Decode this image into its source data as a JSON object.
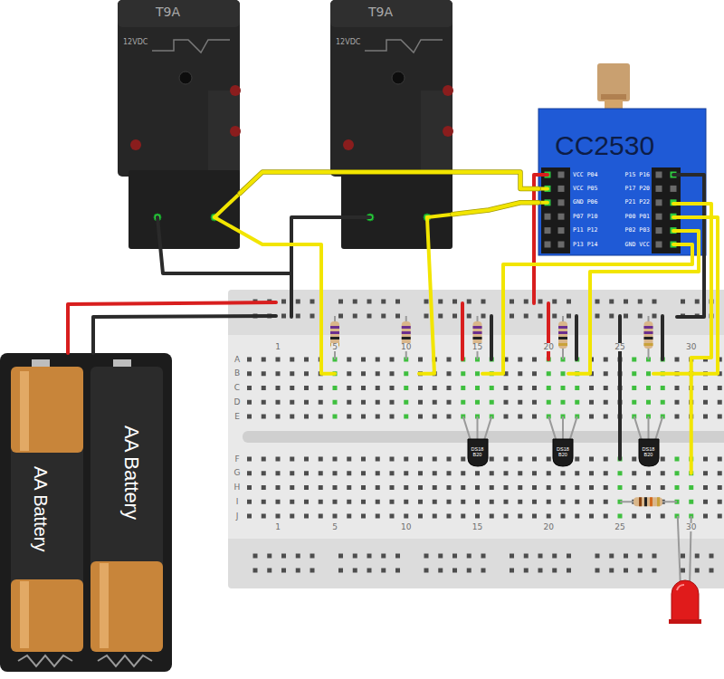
{
  "diagram": {
    "nodes": [
      {
        "text": [
          "T9A",
          "12VDC"
        ]
      },
      {
        "text": [
          "T9A",
          "12VDC"
        ]
      },
      {
        "text": [
          "CC2530",
          "VCC P04",
          "VCC P05",
          "GND P06",
          "P07 P10",
          "P11 P12",
          "P13 P14",
          "P15 P16",
          "P17 P20",
          "P21 P22",
          "P00 P01",
          "P02 P03",
          "GND VCC"
        ]
      },
      {
        "text": [
          "AA Battery"
        ]
      },
      {
        "text": [
          "AA Battery"
        ]
      },
      {
        "text": [
          "DS18 B20"
        ]
      },
      {
        "text": [
          "DS18 B20"
        ]
      },
      {
        "text": [
          "DS18 B20"
        ]
      }
    ],
    "edges": [
      {
        "from": 0,
        "to": 2,
        "arrow": "none"
      },
      {
        "from": 1,
        "to": 2,
        "arrow": "none"
      }
    ],
    "labels": [
      "1",
      "5",
      "10",
      "15",
      "20",
      "25",
      "30",
      "1",
      "5",
      "10",
      "15",
      "20",
      "25",
      "30",
      "A",
      "B",
      "C",
      "D",
      "E",
      "F",
      "G",
      "H",
      "I",
      "J"
    ]
  }
}
